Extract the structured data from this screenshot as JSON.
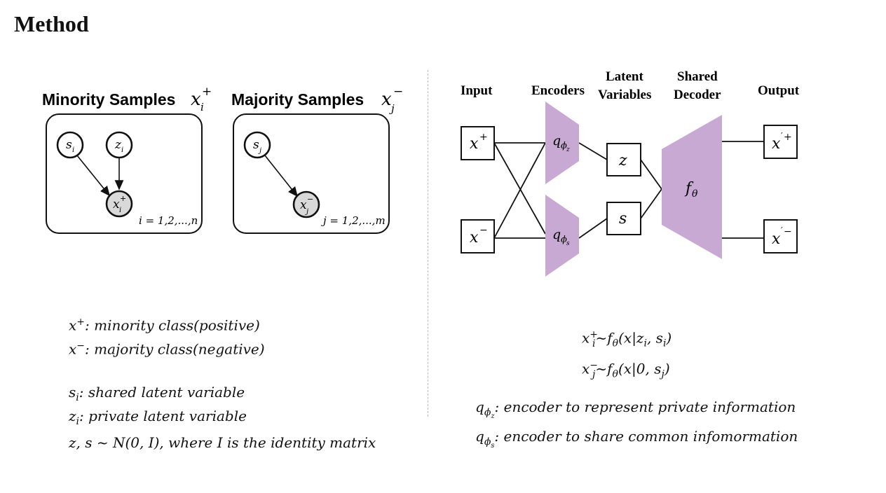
{
  "title": "Method",
  "left_diagram": {
    "minority_label": "Minority Samples",
    "majority_label": "Majority Samples",
    "node_s_i": "s",
    "node_z_i": "z",
    "node_x_i": "x",
    "node_s_j": "s",
    "node_x_j": "x",
    "index_i": "i = 1,2,...,n",
    "index_j": "j = 1,2,...,m"
  },
  "right_diagram": {
    "col_input": "Input",
    "col_encoders": "Encoders",
    "col_latent_1": "Latent",
    "col_latent_2": "Variables",
    "col_shared_1": "Shared",
    "col_decoder": "Decoder",
    "col_output": "Output",
    "input_pos": "x",
    "input_neg": "x",
    "latent_z": "z",
    "latent_s": "s",
    "decoder_label": "f",
    "output_pos": "x",
    "output_neg": "x"
  },
  "notes_left": {
    "line1": ": minority class(positive)",
    "line2": ": majority class(negative)",
    "line3": ": shared latent variable",
    "line4": ": private latent variable",
    "line5": "z, s ~ N(0, I), where I is the identity matrix"
  },
  "notes_right": {
    "eq1": "~f",
    "eq2": "~f",
    "enc_z": ": encoder to represent private information",
    "enc_s": ": encoder to share common infomormation"
  },
  "colors": {
    "encoder_fill": "#c7a9d3",
    "node_shade": "#d9d9d9",
    "stroke": "#111111"
  }
}
